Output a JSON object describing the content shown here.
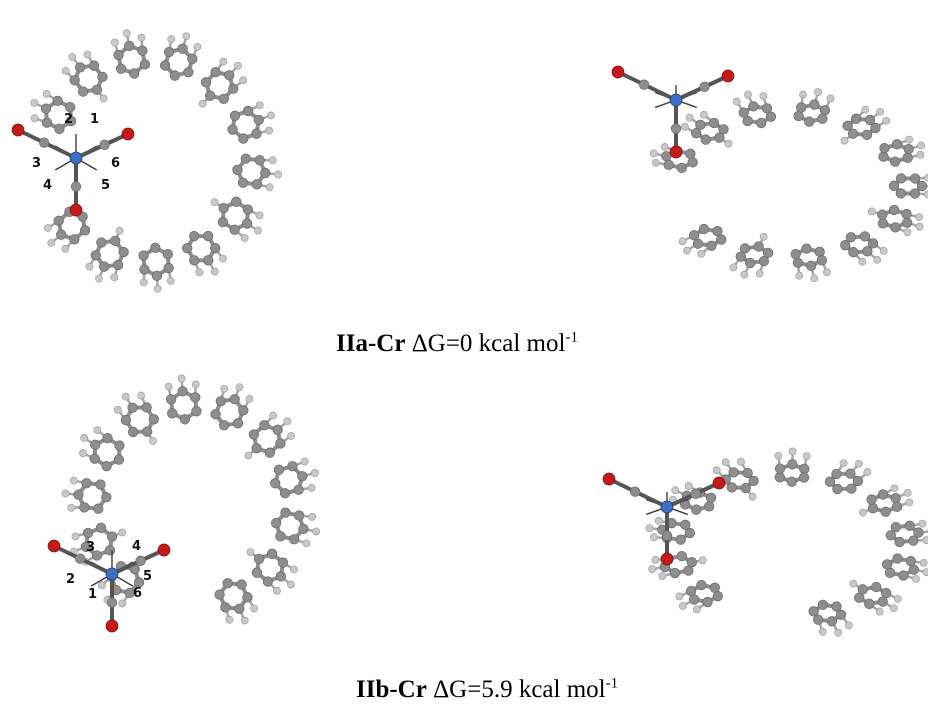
{
  "captions": {
    "a": {
      "name": "IIa-Cr",
      "delta": "ΔG=0 kcal mol",
      "exp": "-1"
    },
    "b": {
      "name": "IIb-Cr",
      "delta": "ΔG=5.9 kcal mol",
      "exp": "-1"
    }
  },
  "atom_labels": {
    "a": [
      "1",
      "2",
      "3",
      "4",
      "5",
      "6"
    ],
    "b": [
      "1",
      "2",
      "3",
      "4",
      "5",
      "6"
    ]
  },
  "colors": {
    "carbon": "#8e8e8e",
    "hydrogen": "#c8c8c8",
    "oxygen": "#c41a1a",
    "chromium": "#3f6fc4"
  }
}
